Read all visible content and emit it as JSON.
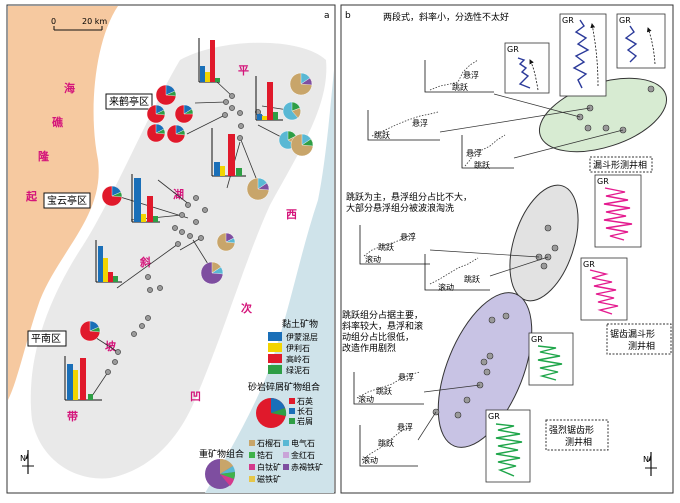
{
  "panel_a": {
    "letter": "a",
    "scale_zero": "0",
    "scale_text": "20 km",
    "regions": [
      "来鹤亭区",
      "宝云亭区",
      "平南区"
    ],
    "uplift": [
      "海",
      "礁",
      "隆",
      "起"
    ],
    "slope": [
      "平",
      "湖",
      "斜",
      "坡",
      "带"
    ],
    "depression": [
      "西",
      "次",
      "凹"
    ],
    "legend_clay_title": "黏土矿物",
    "legend_clay": [
      "伊蒙混层",
      "伊利石",
      "高岭石",
      "绿泥石"
    ],
    "legend_sand_title": "砂岩碎屑矿物组合",
    "legend_sand": [
      "石英",
      "长石",
      "岩屑"
    ],
    "legend_heavy_title": "重矿物组合",
    "legend_heavy": [
      "石榴石",
      "电气石",
      "锆石",
      "金红石",
      "白钛矿",
      "赤褐铁矿",
      "磁铁矿"
    ],
    "north": "N",
    "colors": {
      "clay": [
        "#1a6fb8",
        "#f2d400",
        "#e0192b",
        "#2e9e45"
      ],
      "sand": [
        "#e0192b",
        "#1a6fb8",
        "#2e9e45"
      ],
      "heavy": [
        "#c8a56a",
        "#59b8d4",
        "#3fb24b",
        "#c9a4d8",
        "#d43a8c",
        "#7e4ea0",
        "#e6c74a"
      ]
    }
  },
  "panel_b": {
    "letter": "b",
    "top_note": "两段式，斜率小，分选性不太好",
    "mid_note": [
      "跳跃为主，悬浮组分占比不大，",
      "大部分悬浮组分被波浪淘洗"
    ],
    "bot_note": [
      "跳跃组分占据主要，",
      "斜率较大，悬浮和滚",
      "动组分占比很低，",
      "改造作用剧烈"
    ],
    "float_label": "悬浮",
    "jump_label": "跳跃",
    "roll_label": "滚动",
    "gr": "GR",
    "facies": [
      "漏斗形测井相",
      "锯齿漏斗形测井相",
      "强烈锯齿形测井相"
    ],
    "north": "N"
  }
}
